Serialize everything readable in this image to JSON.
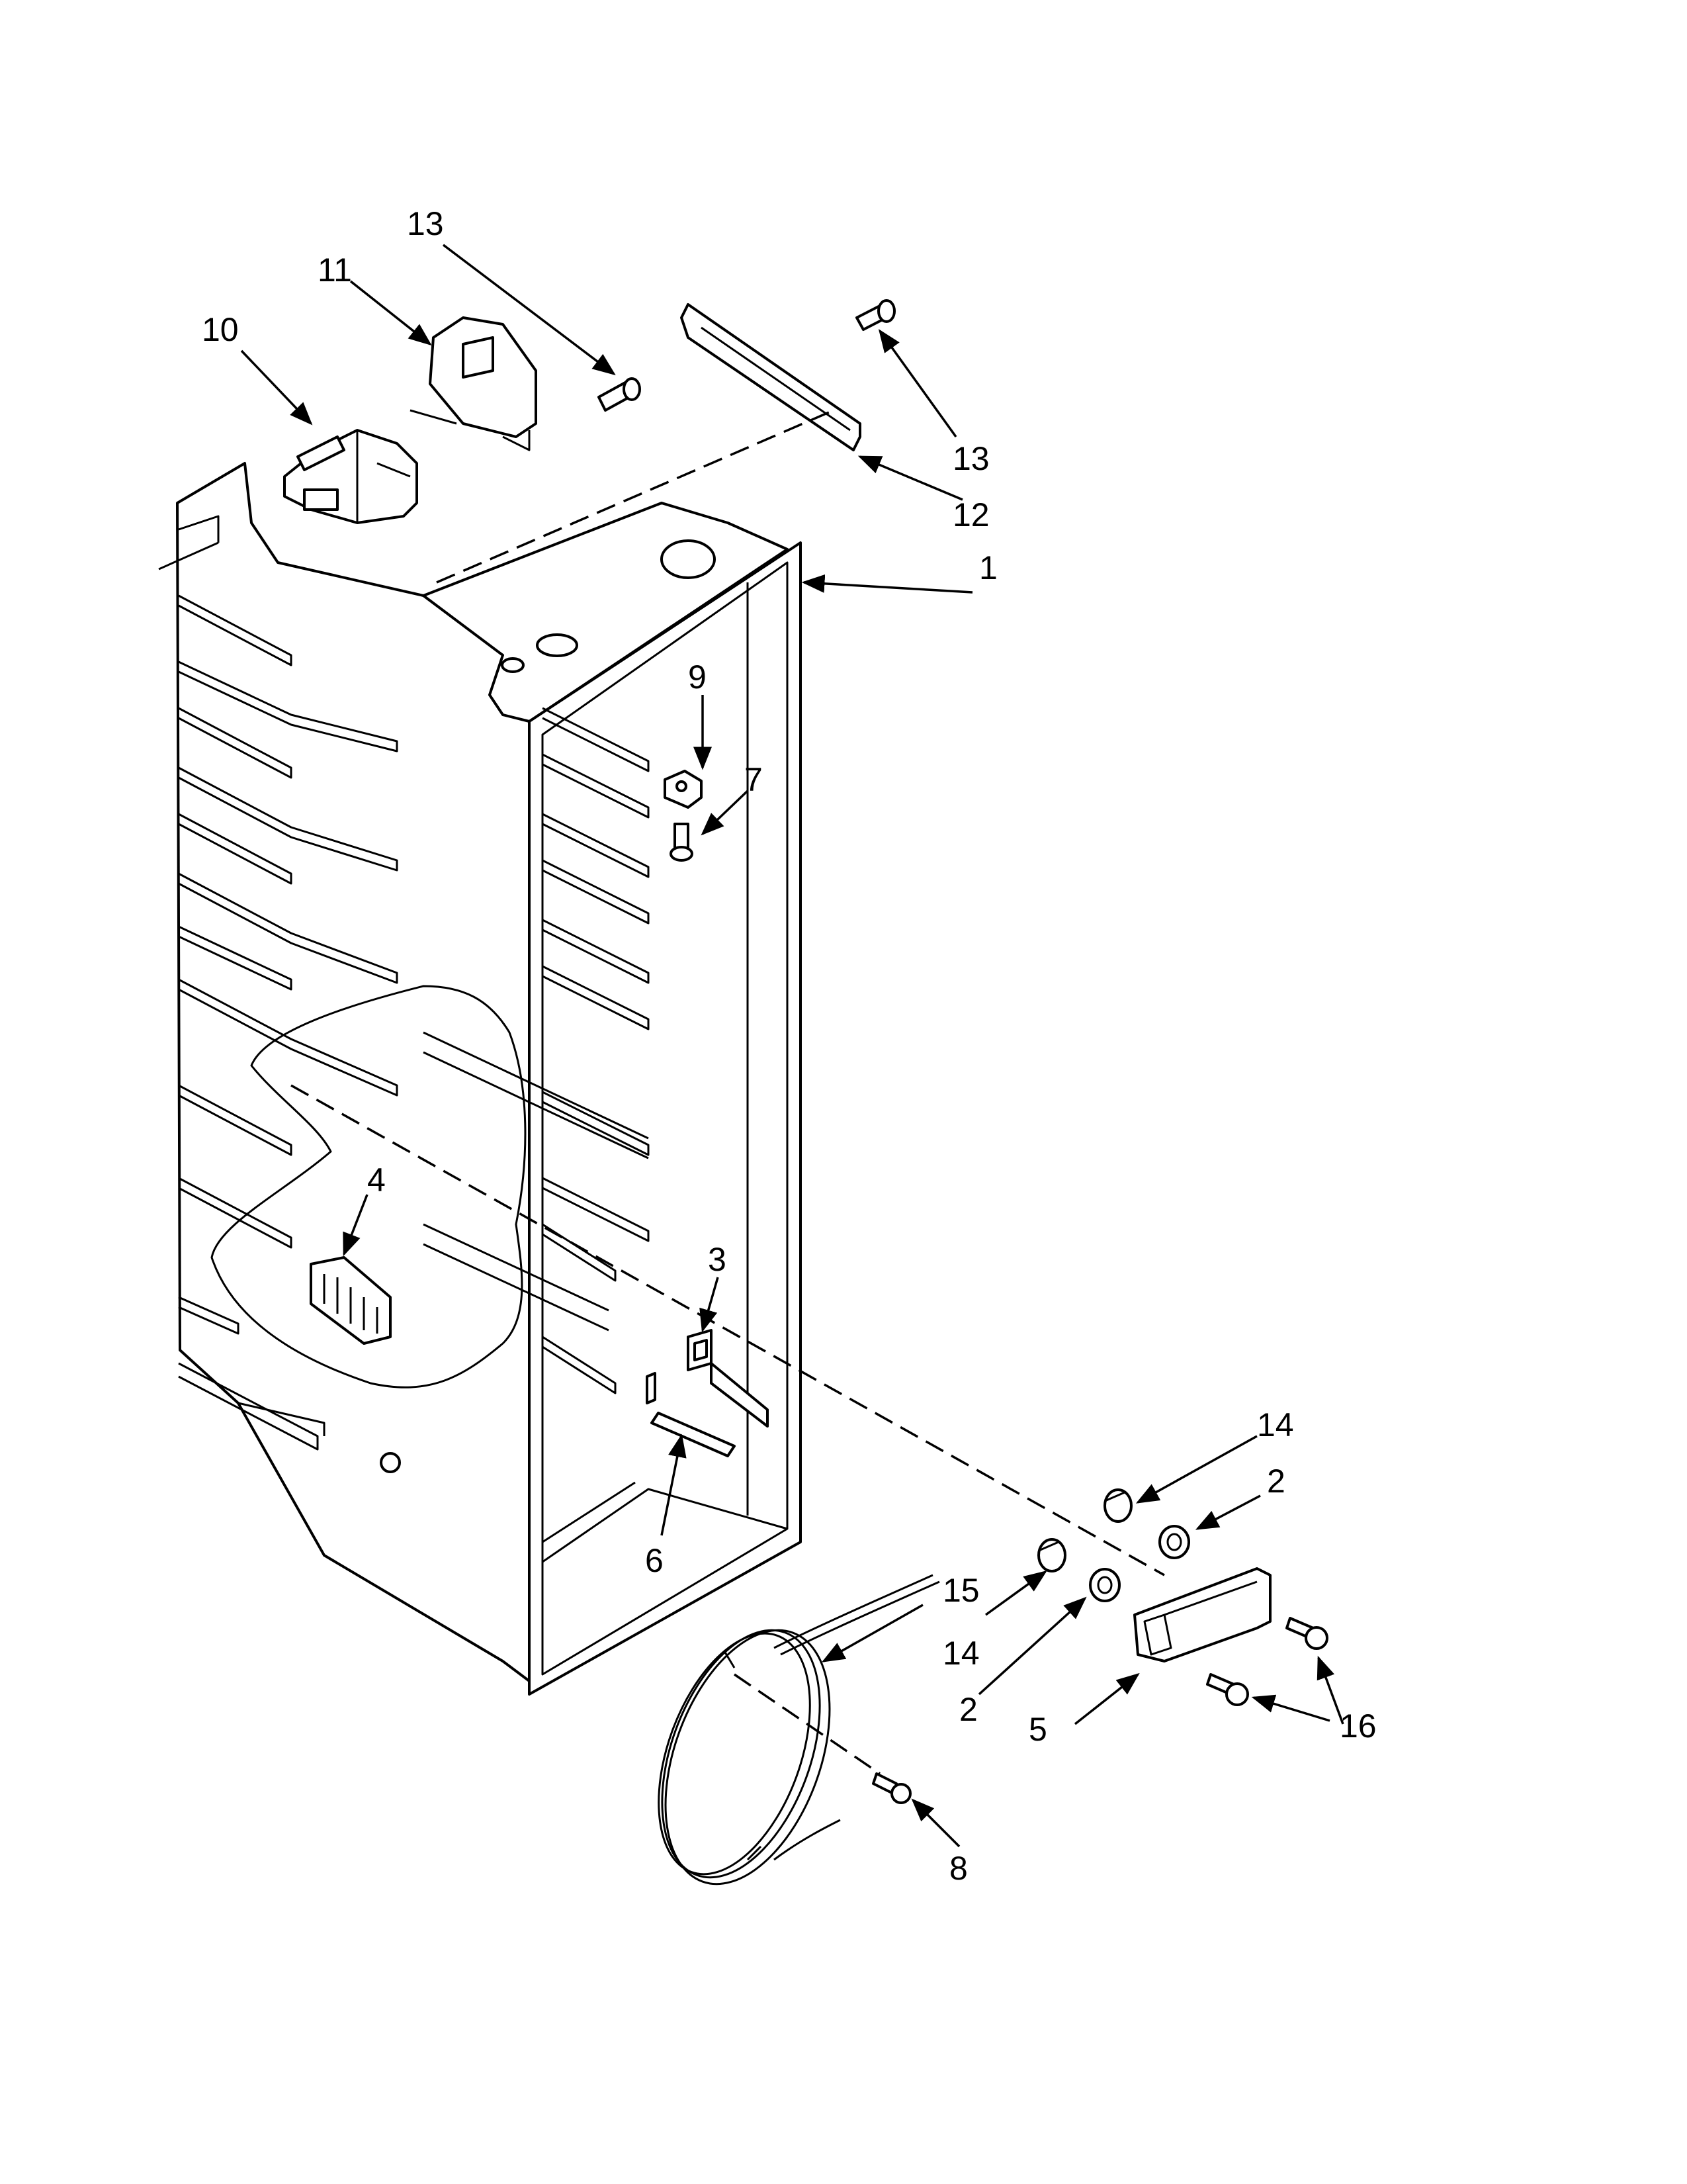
{
  "callouts": {
    "c1": "1",
    "c2a": "2",
    "c2b": "2",
    "c3": "3",
    "c4": "4",
    "c5": "5",
    "c6": "6",
    "c7": "7",
    "c8": "8",
    "c9": "9",
    "c10": "10",
    "c11": "11",
    "c12": "12",
    "c13a": "13",
    "c13b": "13",
    "c14a": "14",
    "c14b": "14",
    "c15": "15",
    "c16": "16"
  }
}
